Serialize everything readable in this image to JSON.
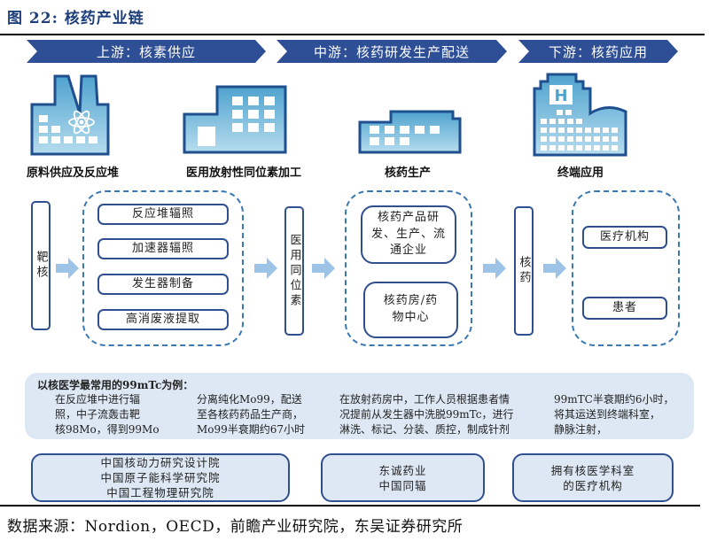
{
  "figure": {
    "title": "图 22:  核药产业链",
    "source": "数据来源：Nordion，OECD，前瞻产业研究院，东吴证券研究所"
  },
  "colors": {
    "stage_banner": "#2e4f96",
    "box_border": "#2f4f8f",
    "dashed_border": "#3a78b5",
    "arrow_fill": "#9dc3e6",
    "panel_fill": "#dde8f4",
    "building_fill": "#6fb6d9",
    "building_border": "#1f4f8f"
  },
  "stages": [
    {
      "label": "上游：核素供应"
    },
    {
      "label": "中游：核药研发生产配送"
    },
    {
      "label": "下游：核药应用"
    }
  ],
  "buildings": [
    {
      "icon": "factory-atom-icon",
      "label": "原料供应及反应堆"
    },
    {
      "icon": "office-building-icon",
      "label": "医用放射性同位素加工"
    },
    {
      "icon": "plant-building-icon",
      "label": "核药生产"
    },
    {
      "icon": "hospital-icon",
      "label": "终端应用"
    }
  ],
  "flow": {
    "target_nucleus": "靶核",
    "methods": [
      "反应堆辐照",
      "加速器辐照",
      "发生器制备",
      "高消废液提取"
    ],
    "medical_isotope": "医用同位素",
    "producers": [
      "核药产品研发、生产、流通企业",
      "核药房/药物中心"
    ],
    "nuclear_drug": "核药",
    "end_users": [
      "医疗机构",
      "患者"
    ]
  },
  "example": {
    "heading": "以核医学最常用的99mTc为例：",
    "steps": [
      "在反应堆中进行辐\n照，中子流轰击靶\n核98Mo，得到99Mo",
      "分离纯化Mo99，配送\n至各核药药品生产商，\nMo99半衰期约67小时",
      "在放射药房中，工作人员根据患者情\n况提前从发生器中洗脱99mTc，进行\n淋洗、标记、分装、质控，制成针剂",
      "99mTC半衰期约6小时，\n将其运送到终端科室，\n静脉注射，"
    ]
  },
  "entities": [
    "中国核动力研究设计院\n中国原子能科学研究院\n中国工程物理研究院",
    "东诚药业\n中国同辐",
    "拥有核医学科室\n的医疗机构"
  ]
}
